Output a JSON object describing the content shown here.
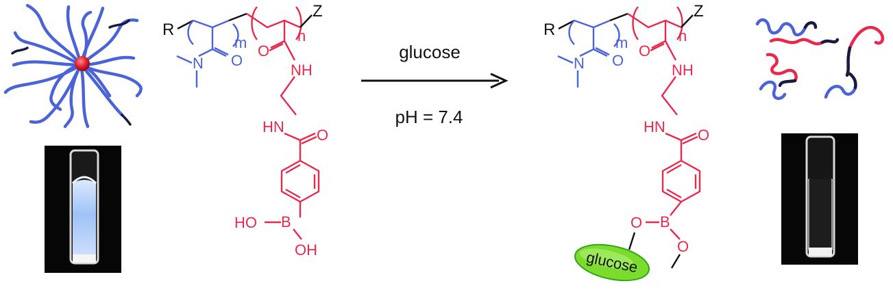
{
  "colors": {
    "blue": "#4a63d6",
    "red": "#e8294d",
    "black": "#111111",
    "glucose_fill": "#7cdc2e",
    "vial_dark": "#0b0b0b"
  },
  "reaction": {
    "reagent": "glucose",
    "condition": "pH = 7.4"
  },
  "left_structure": {
    "r_group": "R",
    "z_group": "Z",
    "sub_m": "m",
    "sub_n": "n",
    "n_atom": "N",
    "o_blue": "O",
    "o_red": "O",
    "nh_top": "NH",
    "hn": "HN",
    "o_amide": "O",
    "boron": "B",
    "ho": "HO",
    "oh": "OH"
  },
  "right_structure": {
    "r_group": "R",
    "z_group": "Z",
    "sub_m": "m",
    "sub_n": "n",
    "n_atom": "N",
    "o_blue": "O",
    "o_red": "O",
    "nh_top": "NH",
    "hn": "HN",
    "o_amide": "O",
    "boron": "B",
    "o_ester1": "O",
    "o_ester2": "O",
    "glucose_label": "glucose"
  },
  "icons": {
    "micelle": "micelle-icon",
    "unimers": "free-chains-icon",
    "vial_turbid": "turbid-vial-icon",
    "vial_clear": "clear-vial-icon",
    "arrow": "reaction-arrow-icon"
  }
}
